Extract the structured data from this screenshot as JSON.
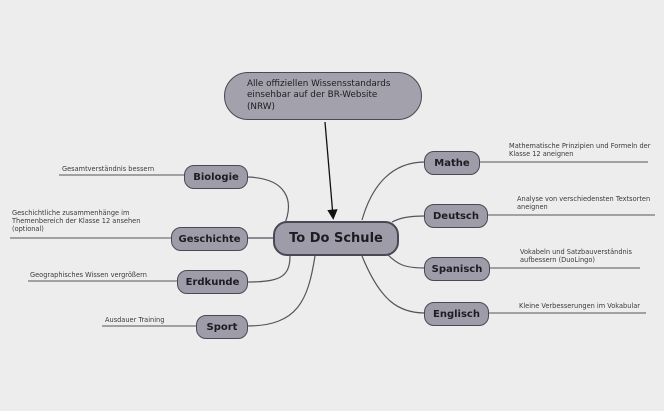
{
  "mindmap": {
    "central": "To Do Schule",
    "callout": "Alle offiziellen Wissensstandards einsehbar auf der BR-Website (NRW)",
    "left": [
      {
        "label": "Biologie",
        "note": "Gesamtverständnis bessern"
      },
      {
        "label": "Geschichte",
        "note": "Geschichtliche zusammenhänge im Themenbereich der Klasse 12 ansehen (optional)"
      },
      {
        "label": "Erdkunde",
        "note": "Geographisches Wissen vergrößern"
      },
      {
        "label": "Sport",
        "note": "Ausdauer Training"
      }
    ],
    "right": [
      {
        "label": "Mathe",
        "note": "Mathematische Prinzipien und Formeln der Klasse 12 aneignen"
      },
      {
        "label": "Deutsch",
        "note": "Analyse von verschiedensten Textsorten aneignen"
      },
      {
        "label": "Spanisch",
        "note": "Vokabeln und Satzbauverständnis aufbessern (DuoLingo)"
      },
      {
        "label": "Englisch",
        "note": "Kleine Verbesserungen im Vokabular"
      }
    ]
  },
  "colors": {
    "background": "#ededed",
    "node_fill": "#9e9ca8",
    "node_border": "#4a4852",
    "line": "#55535c"
  }
}
